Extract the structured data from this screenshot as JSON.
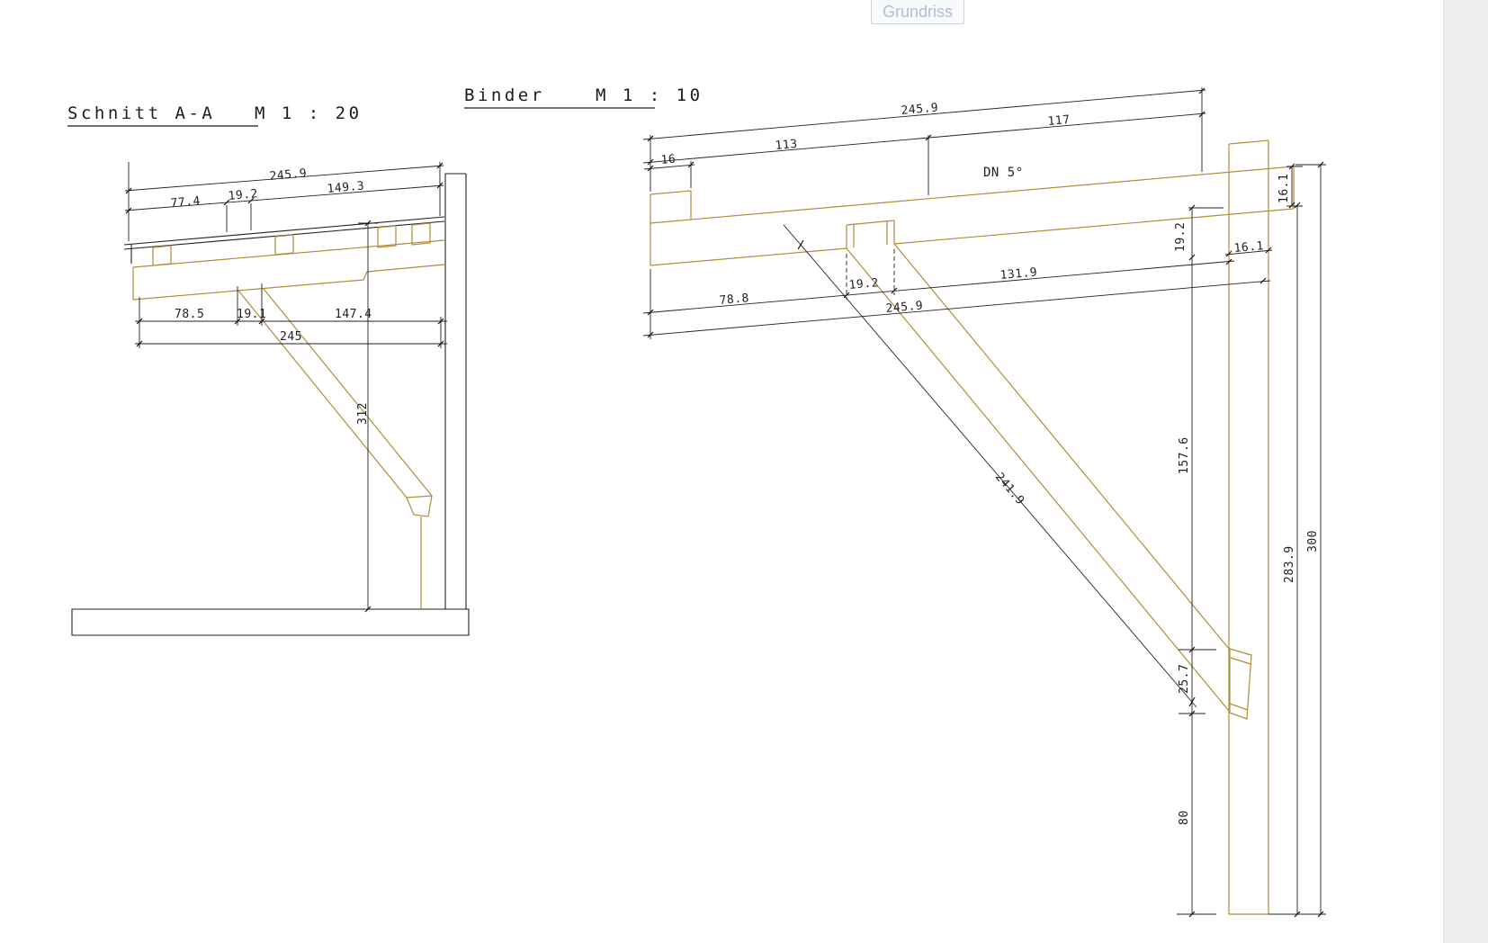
{
  "window": {
    "grundriss_button": "Grundriss"
  },
  "schnitt": {
    "title": "Schnitt A-A",
    "scale_label": "M  1 : 20",
    "dim_total_slope": "245.9",
    "dim_left_slope": "77.4",
    "dim_mid_slope": "19.2",
    "dim_right_slope": "149.3",
    "dim_left_h": "78.5",
    "dim_mid_h": "19.1",
    "dim_right_h": "147.4",
    "dim_total_h": "245",
    "dim_post_v": "312"
  },
  "binder": {
    "title": "Binder",
    "scale_label": "M  1 : 10",
    "roof_pitch": "DN 5°",
    "dim_total_top": "245.9",
    "dim_seg16": "16",
    "dim_seg113": "113",
    "dim_seg117": "117",
    "dim_beam_height": "19.2",
    "dim_post_width": "16.1",
    "dim_end_height": "16.1",
    "dim_lower_left": "78.8",
    "dim_notch": "19.2",
    "dim_lower_right": "131.9",
    "dim_lower_total": "245.9",
    "dim_brace": "241.9",
    "dim_post_upper": "157.6",
    "dim_joint": "25.7",
    "dim_post_lower": "80",
    "dim_height_beam_bottom": "283.9",
    "dim_height_total": "300"
  },
  "colors": {
    "line": "#1f1f1f",
    "timber": "#b08d3b"
  }
}
